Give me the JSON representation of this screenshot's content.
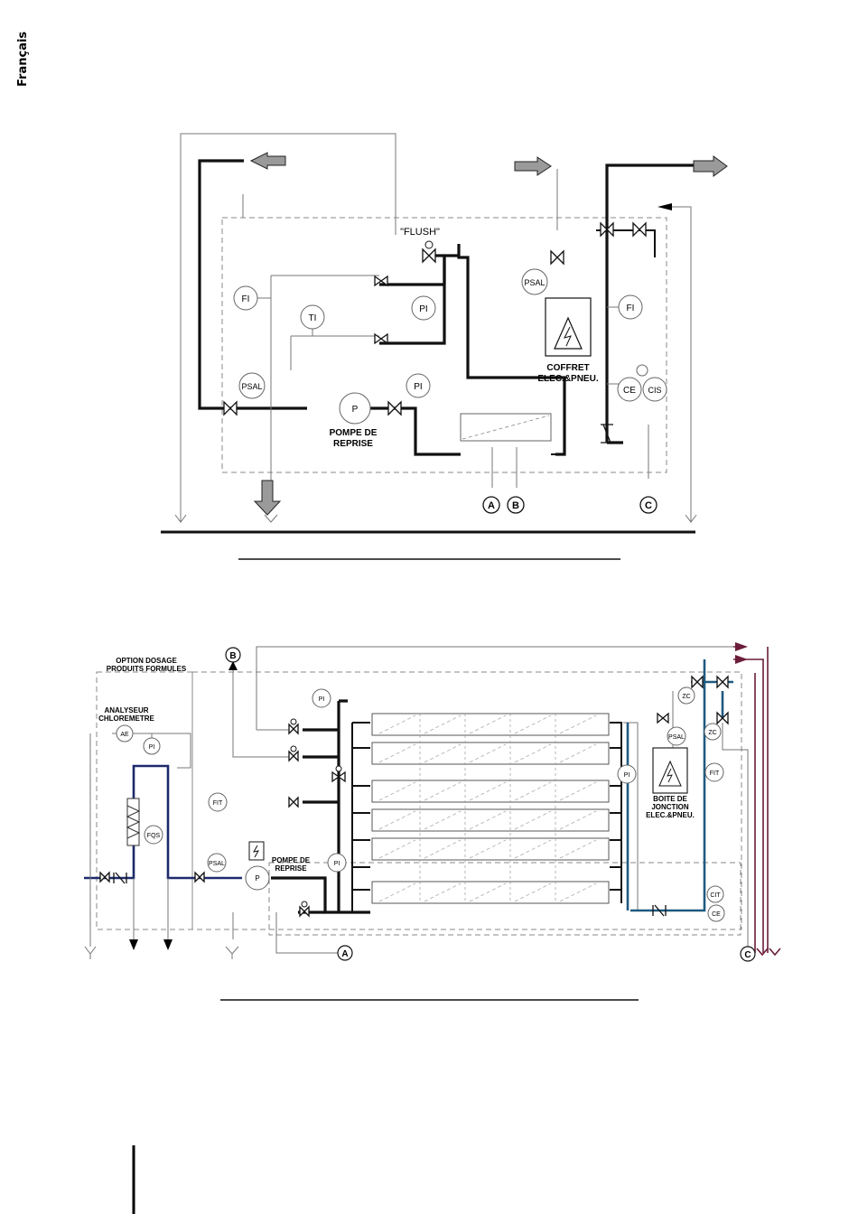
{
  "language_tab": "Français",
  "diagram1": {
    "flush_label": "\"FLUSH\"",
    "pump_label_line1": "POMPE DE",
    "pump_label_line2": "REPRISE",
    "cabinet_label_line1": "COFFRET",
    "cabinet_label_line2": "ELEC.&PNEU.",
    "instruments": {
      "fi_left": "FI",
      "ti": "TI",
      "pi_top": "PI",
      "psal_left": "PSAL",
      "pump": "P",
      "pi_right": "PI",
      "psal_top": "PSAL",
      "fi_right": "FI",
      "ce": "CE",
      "cis": "CIS"
    },
    "connections": [
      "A",
      "B",
      "C"
    ]
  },
  "diagram2": {
    "option_label_line1": "OPTION DOSAGE",
    "option_label_line2": "PRODUITS FORMULES",
    "analyzer_label_line1": "ANALYSEUR",
    "analyzer_label_line2": "CHLOREMETRE",
    "pump_label_line1": "POMPE DE",
    "pump_label_line2": "REPRISE",
    "junction_label_line1": "BOITE DE",
    "junction_label_line2": "JONCTION",
    "junction_label_line3": "ELEC.&PNEU.",
    "instruments": {
      "ae": "AE",
      "pi_analyzer": "PI",
      "fqs": "FQS",
      "fit_left": "FIT",
      "psal": "PSAL",
      "pump": "P",
      "pi_top": "PI",
      "pi_pump": "PI",
      "pi_right": "PI",
      "psal_right": "PSAL",
      "fit_right": "FIT",
      "zc_1": "ZC",
      "zc_2": "ZC",
      "cit": "CIT",
      "ce": "CE"
    },
    "connections": [
      "B",
      "A",
      "C"
    ]
  },
  "colors": {
    "process_line": "#111111",
    "treated_water_line": "#1e5a80",
    "chemical_line": "#1d2a6b",
    "drain_line": "#6b1d3a",
    "arrow_fill": "#9a9a9a"
  }
}
